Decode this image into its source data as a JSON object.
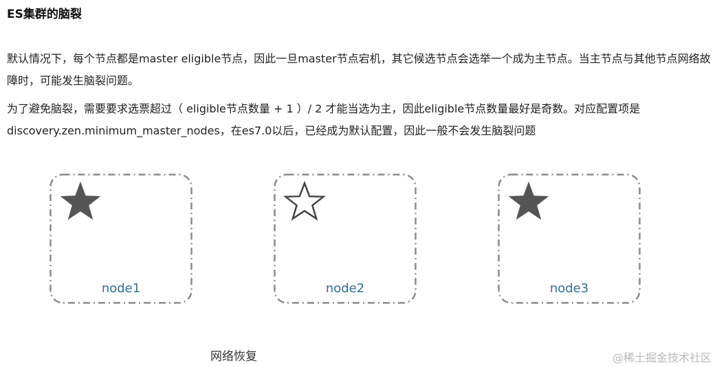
{
  "title": "ES集群的脑裂",
  "paragraphs": [
    "默认情况下，每个节点都是master eligible节点，因此一旦master节点宕机，其它候选节点会选举一个成为主节点。当主节点与其他节点网络故障时，可能发生脑裂问题。",
    "为了避免脑裂，需要要求选票超过（ eligible节点数量 + 1 ）/ 2 才能当选为主，因此eligible节点数量最好是奇数。对应配置项是discovery.zen.minimum_master_nodes，在es7.0以后，已经成为默认配置，因此一般不会发生脑裂问题"
  ],
  "nodes": [
    {
      "label": "node1",
      "star": "filled-star-icon"
    },
    {
      "label": "node2",
      "star": "outline-star-icon"
    },
    {
      "label": "node3",
      "star": "filled-star-icon"
    }
  ],
  "caption": "网络恢复",
  "watermark": "@稀土掘金技术社区",
  "colors": {
    "star": "#555555",
    "node_label": "#2e6f93",
    "border": "#8a8a8a"
  }
}
